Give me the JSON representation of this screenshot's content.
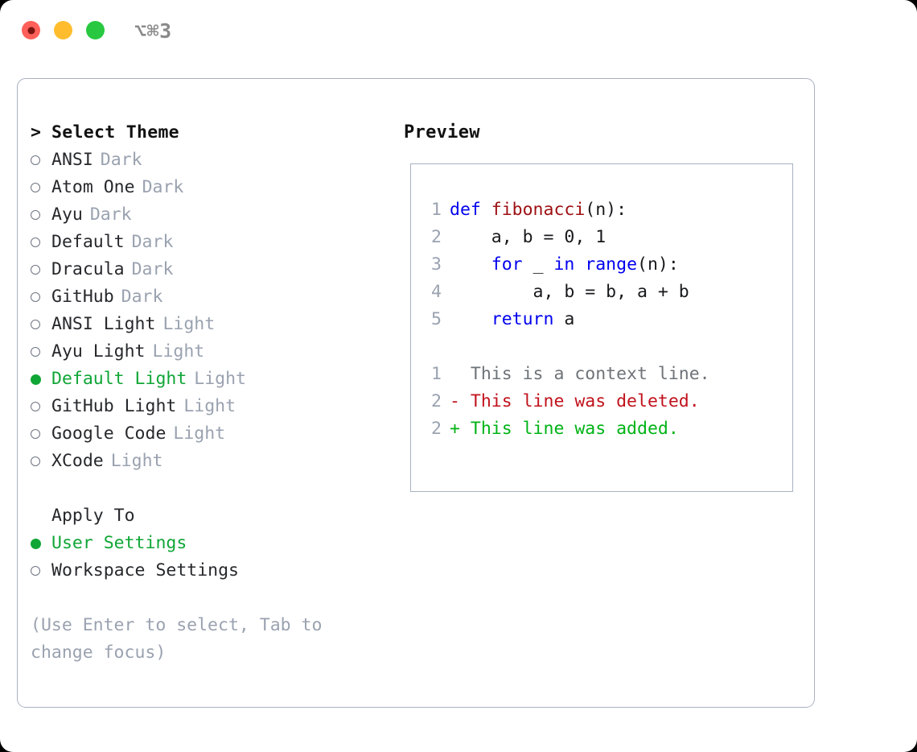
{
  "window": {
    "title": "⌥⌘3",
    "controls": [
      {
        "name": "close",
        "color": "#ff6059"
      },
      {
        "name": "minimize",
        "color": "#ffbd2e"
      },
      {
        "name": "zoom",
        "color": "#28c840"
      }
    ]
  },
  "colors": {
    "accent_green": "#10a636",
    "muted": "#9aa2b0",
    "border": "#a8b2c1",
    "keyword_blue": "#0000ee",
    "function_red": "#9d0f12",
    "diff_add": "#00b315",
    "diff_del": "#c1121c",
    "diff_ctx": "#6e7378"
  },
  "theme_picker": {
    "header_marker": ">",
    "header_label": "Select Theme",
    "items": [
      {
        "marker": "hollow",
        "name": "ANSI",
        "tag": "Dark",
        "selected": false
      },
      {
        "marker": "hollow",
        "name": "Atom One",
        "tag": "Dark",
        "selected": false
      },
      {
        "marker": "hollow",
        "name": "Ayu",
        "tag": "Dark",
        "selected": false
      },
      {
        "marker": "hollow",
        "name": "Default",
        "tag": "Dark",
        "selected": false
      },
      {
        "marker": "hollow",
        "name": "Dracula",
        "tag": "Dark",
        "selected": false
      },
      {
        "marker": "hollow",
        "name": "GitHub",
        "tag": "Dark",
        "selected": false
      },
      {
        "marker": "hollow",
        "name": "ANSI Light",
        "tag": "Light",
        "selected": false
      },
      {
        "marker": "hollow",
        "name": "Ayu Light",
        "tag": "Light",
        "selected": false
      },
      {
        "marker": "filled",
        "name": "Default Light",
        "tag": "Light",
        "selected": true
      },
      {
        "marker": "hollow",
        "name": "GitHub Light",
        "tag": "Light",
        "selected": false
      },
      {
        "marker": "hollow",
        "name": "Google Code",
        "tag": "Light",
        "selected": false
      },
      {
        "marker": "hollow",
        "name": "XCode",
        "tag": "Light",
        "selected": false
      }
    ]
  },
  "apply_to": {
    "title": "Apply To",
    "options": [
      {
        "marker": "filled",
        "name": "User Settings",
        "selected": true
      },
      {
        "marker": "hollow",
        "name": "Workspace Settings",
        "selected": false
      }
    ]
  },
  "hint": "(Use Enter to select, Tab to change focus)",
  "preview": {
    "title": "Preview",
    "code_lines": [
      {
        "num": "1",
        "tokens": [
          {
            "t": "def ",
            "c": "kw"
          },
          {
            "t": "fibonacci",
            "c": "fn"
          },
          {
            "t": "(n):",
            "c": "pl"
          }
        ]
      },
      {
        "num": "2",
        "tokens": [
          {
            "t": "    a, b = 0, 1",
            "c": "pl"
          }
        ]
      },
      {
        "num": "3",
        "tokens": [
          {
            "t": "    ",
            "c": "pl"
          },
          {
            "t": "for ",
            "c": "kw"
          },
          {
            "t": "_ ",
            "c": "pl"
          },
          {
            "t": "in ",
            "c": "kw"
          },
          {
            "t": "range",
            "c": "kw"
          },
          {
            "t": "(n):",
            "c": "pl"
          }
        ]
      },
      {
        "num": "4",
        "tokens": [
          {
            "t": "        a, b = b, a + b",
            "c": "pl"
          }
        ]
      },
      {
        "num": "5",
        "tokens": [
          {
            "t": "    ",
            "c": "pl"
          },
          {
            "t": "return ",
            "c": "kw"
          },
          {
            "t": "a",
            "c": "pl"
          }
        ]
      }
    ],
    "diff_lines": [
      {
        "num": "1",
        "sign": " ",
        "text": " This is a context line.",
        "kind": "ctx"
      },
      {
        "num": "2",
        "sign": "-",
        "text": " This line was deleted.",
        "kind": "del"
      },
      {
        "num": "2",
        "sign": "+",
        "text": " This line was added.",
        "kind": "add"
      }
    ]
  }
}
